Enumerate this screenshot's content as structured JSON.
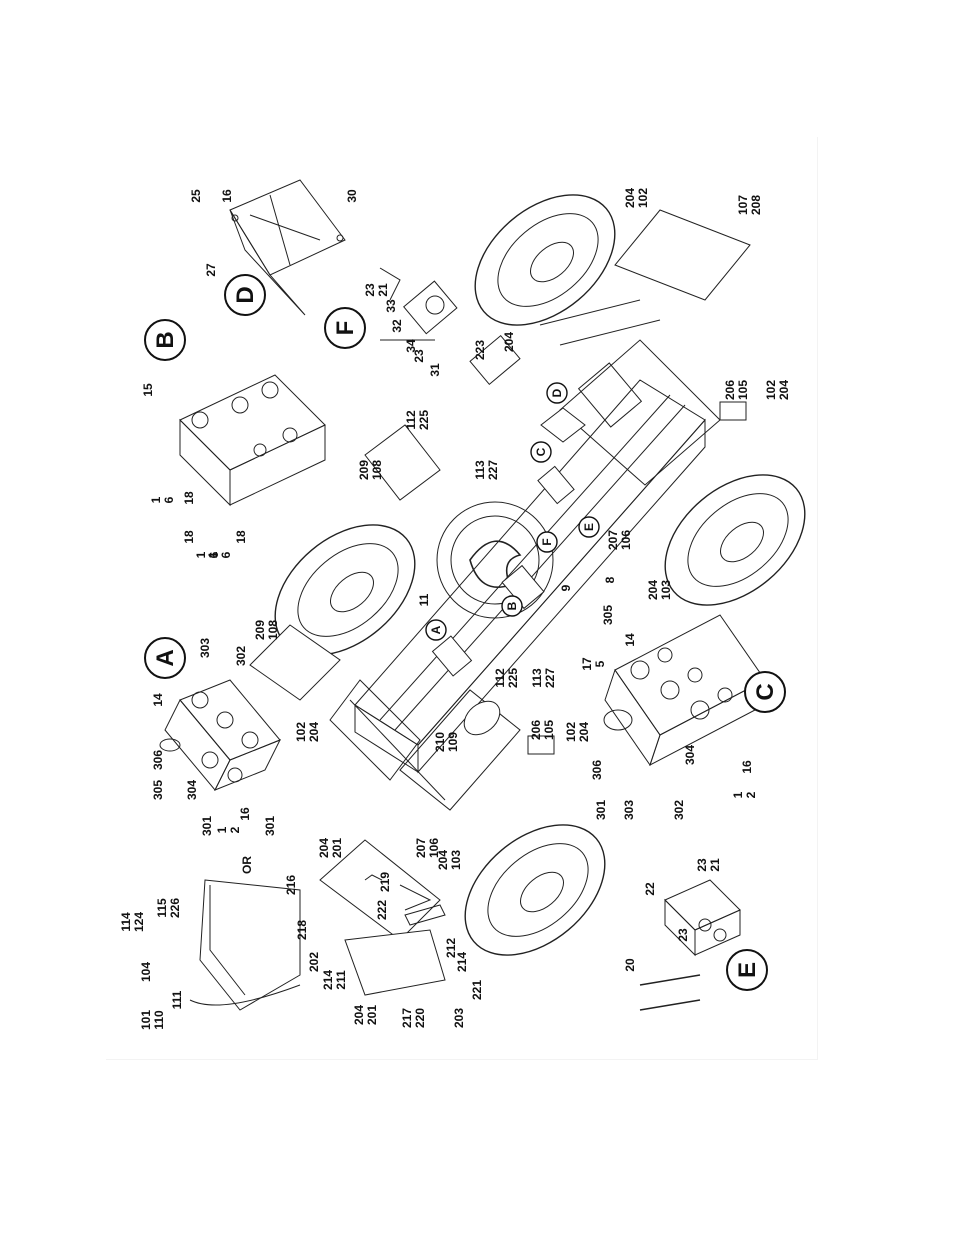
{
  "diagram": {
    "orientation_deg": -90,
    "section_letters": [
      {
        "id": "A",
        "text": "A"
      },
      {
        "id": "B",
        "text": "B"
      },
      {
        "id": "C",
        "text": "C"
      },
      {
        "id": "D",
        "text": "D"
      },
      {
        "id": "E",
        "text": "E"
      },
      {
        "id": "F",
        "text": "F"
      }
    ],
    "callouts": {
      "a": {
        "t1": "101",
        "t2": "110"
      },
      "b": {
        "t1": "111"
      },
      "c": {
        "t1": "104"
      },
      "d": {
        "t1": "115",
        "t2": "226"
      },
      "e": {
        "t1": "114",
        "t2": "124"
      },
      "f": {
        "t1": "OR"
      },
      "g": {
        "t1": "204",
        "t2": "201"
      },
      "h": {
        "t1": "214",
        "t2": "211"
      },
      "i": {
        "t1": "202"
      },
      "j": {
        "t1": "218"
      },
      "k": {
        "t1": "216"
      },
      "l": {
        "t1": "204",
        "t2": "201"
      },
      "m": {
        "t1": "219"
      },
      "n": {
        "t1": "222"
      },
      "o": {
        "t1": "212"
      },
      "p": {
        "t1": "214"
      },
      "q": {
        "t1": "221"
      },
      "r": {
        "t1": "203"
      },
      "s": {
        "t1": "217",
        "t2": "220"
      },
      "t": {
        "t1": "204",
        "t2": "103"
      },
      "u": {
        "t1": "207",
        "t2": "106"
      },
      "v": {
        "t1": "305"
      },
      "w": {
        "t1": "306"
      },
      "x": {
        "t1": "304"
      },
      "y": {
        "t1": "301"
      },
      "z": {
        "t1": "1",
        "t2": "2"
      },
      "aa": {
        "t1": "16"
      },
      "ab": {
        "t1": "301"
      },
      "ac": {
        "t1": "14"
      },
      "ad": {
        "t1": "303"
      },
      "ae": {
        "t1": "302"
      },
      "af": {
        "t1": "102",
        "t2": "204"
      },
      "ag": {
        "t1": "209",
        "t2": "108"
      },
      "ah": {
        "t1": "210",
        "t2": "109"
      },
      "ai": {
        "t1": "112",
        "t2": "225"
      },
      "aj": {
        "t1": "113",
        "t2": "227"
      },
      "ak": {
        "t1": "206",
        "t2": "105"
      },
      "al": {
        "t1": "102",
        "t2": "204"
      },
      "am": {
        "t1": "17",
        "t2": "5"
      },
      "an": {
        "t1": "9"
      },
      "ao": {
        "t1": "8"
      },
      "ap": {
        "t1": "11"
      },
      "aq": {
        "t1": "1",
        "t2": "6"
      },
      "ar": {
        "t1": "18"
      },
      "as": {
        "t1": "1",
        "t2": "6"
      },
      "at": {
        "t1": "18"
      },
      "au": {
        "t1": "1",
        "t2": "6"
      },
      "av": {
        "t1": "18"
      },
      "aw": {
        "t1": "15"
      },
      "ax": {
        "t1": "209",
        "t2": "108"
      },
      "ay": {
        "t1": "112",
        "t2": "225"
      },
      "az": {
        "t1": "113",
        "t2": "227"
      },
      "ba": {
        "t1": "207",
        "t2": "106"
      },
      "bb": {
        "t1": "204",
        "t2": "103"
      },
      "bc": {
        "t1": "206",
        "t2": "105"
      },
      "bd": {
        "t1": "102",
        "t2": "204"
      },
      "be": {
        "t1": "223"
      },
      "bf": {
        "t1": "204"
      },
      "bg": {
        "t1": "107",
        "t2": "208"
      },
      "bh": {
        "t1": "204",
        "t2": "102"
      },
      "bi": {
        "t1": "25"
      },
      "bj": {
        "t1": "16"
      },
      "bk": {
        "t1": "30"
      },
      "bl": {
        "t1": "27"
      },
      "bm": {
        "t1": "23",
        "t2": "21"
      },
      "bn": {
        "t1": "33"
      },
      "bo": {
        "t1": "32"
      },
      "bp": {
        "t1": "34"
      },
      "bq": {
        "t1": "23"
      },
      "br": {
        "t1": "31"
      },
      "bs": {
        "t1": "14"
      },
      "bt": {
        "t1": "305"
      },
      "bu": {
        "t1": "304"
      },
      "bv": {
        "t1": "306"
      },
      "bw": {
        "t1": "301"
      },
      "bx": {
        "t1": "303"
      },
      "by": {
        "t1": "302"
      },
      "bz": {
        "t1": "1",
        "t2": "2"
      },
      "ca": {
        "t1": "16"
      },
      "cb": {
        "t1": "20"
      },
      "cc": {
        "t1": "23"
      },
      "cd": {
        "t1": "22"
      },
      "ce": {
        "t1": "23",
        "t2": "21"
      }
    }
  }
}
